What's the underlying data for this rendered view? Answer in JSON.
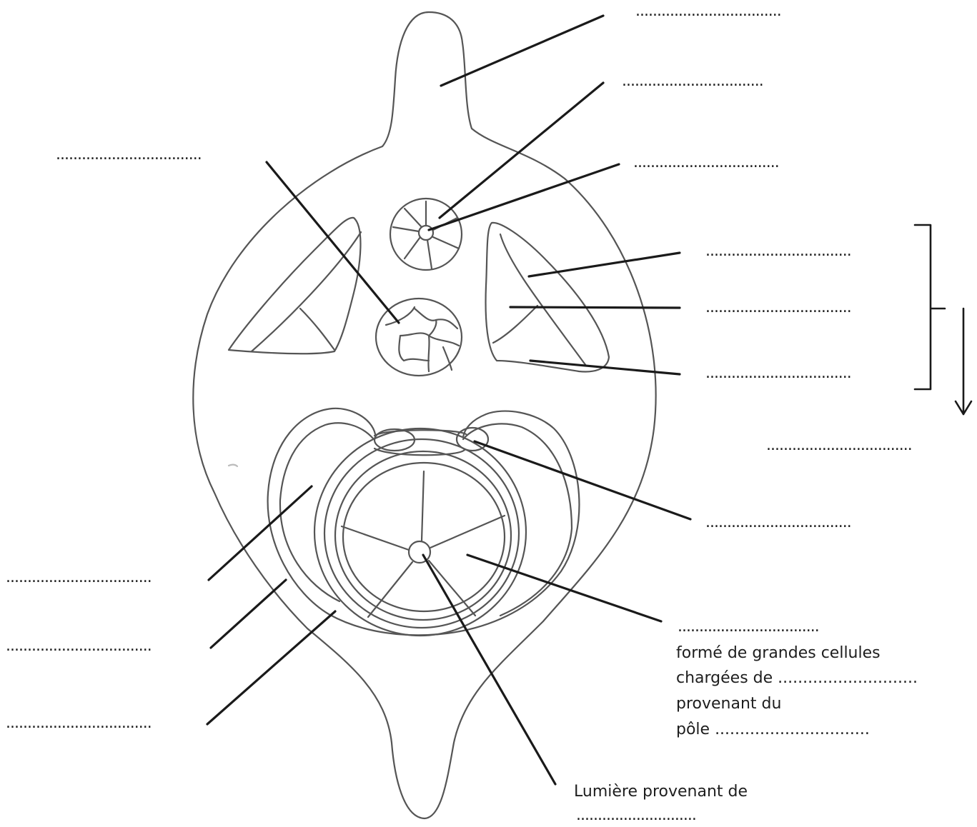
{
  "colors": {
    "outline": "#555555",
    "leader": "#1a1a1a",
    "text": "#1e1e1e",
    "background": "#ffffff"
  },
  "blanks": {
    "top_1": "..................................",
    "top_2": ".................................",
    "top_3": "..................................",
    "left_top": "..................................",
    "bracket_1": "..................................",
    "bracket_2": "..................................",
    "bracket_3": "..................................",
    "arrow_label": "..................................",
    "ring": "..................................",
    "left_1": "..................................",
    "left_2": "..................................",
    "left_3": "..................................",
    "center_title": "................................."
  },
  "center_description": {
    "line1": "formé de grandes cellules",
    "line2": "chargées de ............................",
    "line3": "provenant du",
    "line4": "pôle ..............................."
  },
  "bottom_label": {
    "line1": "Lumière provenant de",
    "line2": "............................"
  }
}
